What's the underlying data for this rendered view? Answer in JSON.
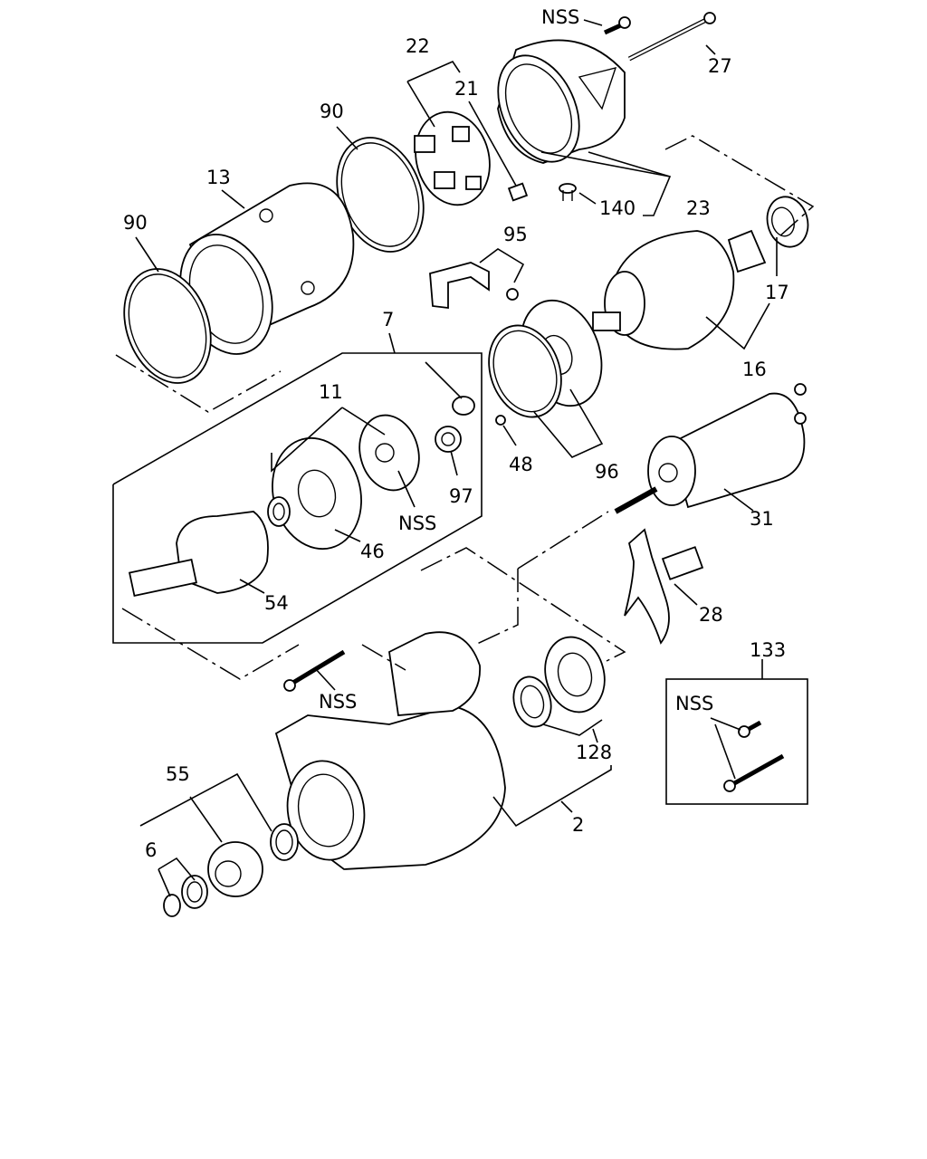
{
  "callouts": {
    "c_nss_top": "NSS",
    "c27": "27",
    "c22": "22",
    "c21": "21",
    "c90a": "90",
    "c13": "13",
    "c90b": "90",
    "c140": "140",
    "c23": "23",
    "c95": "95",
    "c17": "17",
    "c16": "16",
    "c7": "7",
    "c11": "11",
    "c48": "48",
    "c96": "96",
    "c97": "97",
    "c_nss_mid": "NSS",
    "c46": "46",
    "c54": "54",
    "c31": "31",
    "c28": "28",
    "c133": "133",
    "c_nss_low": "NSS",
    "c_nss_box": "NSS",
    "c128": "128",
    "c55": "55",
    "c6": "6",
    "c2": "2"
  }
}
